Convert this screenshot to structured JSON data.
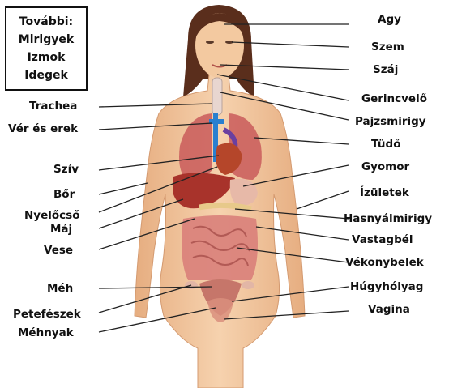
{
  "box": {
    "title": "További:",
    "items": [
      "Mirigyek",
      "Izmok",
      "Idegek"
    ]
  },
  "labels_left": {
    "trachea": "Trachea",
    "ver_es_erek": "Vér és erek",
    "sziv": "Szív",
    "bor": "Bőr",
    "nyelocso": "Nyelőcső",
    "maj": "Máj",
    "vese": "Vese",
    "meh": "Méh",
    "petefeszek": "Petefészek",
    "mehnyak": "Méhnyak"
  },
  "labels_right": {
    "agy": "Agy",
    "szem": "Szem",
    "szaj": "Száj",
    "gerincvelo": "Gerincvelő",
    "pajzsmirigy": "Pajzsmirigy",
    "tudo": "Tüdő",
    "gyomor": "Gyomor",
    "izuletek": "Ízületek",
    "hasnyalmirigy": "Hasnyálmirigy",
    "vastagbel": "Vastagbél",
    "vekonybelek": "Vékonybelek",
    "hugyholyag": "Húgyhólyag",
    "vagina": "Vagina"
  },
  "colors": {
    "skin": "#f3c9a0",
    "skin_shadow": "#e0a97c",
    "hair": "#5a2e1c",
    "lung": "#c95a5a",
    "heart": "#b5462a",
    "liver": "#a8332b",
    "intestine": "#d9807a",
    "vessel_blue": "#2a7fd0",
    "vessel_purple": "#6a3fa0"
  }
}
